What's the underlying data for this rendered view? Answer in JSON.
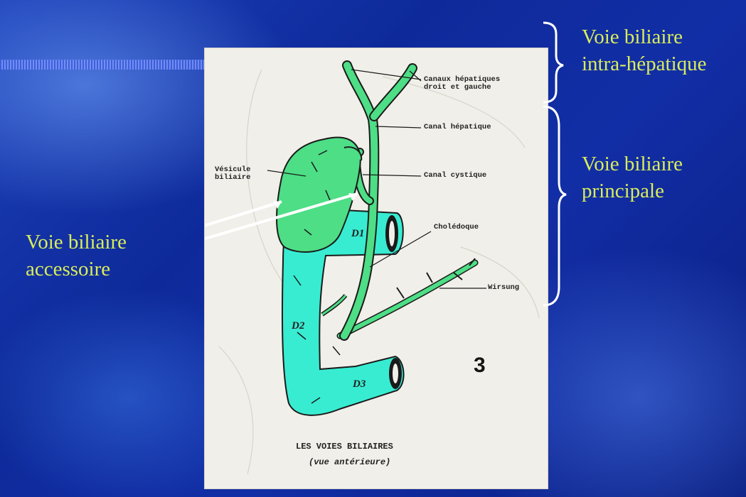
{
  "slide": {
    "right_labels": {
      "intra": [
        "Voie biliaire",
        "intra-hépatique"
      ],
      "principale": [
        "Voie biliaire",
        "principale"
      ]
    },
    "left_label": [
      "Voie biliaire",
      "accessoire"
    ],
    "text_color": "#d9ec5a"
  },
  "figure": {
    "labels": {
      "canaux": [
        "Canaux hépatiques",
        "droit et gauche"
      ],
      "canal_hepatique": "Canal hépatique",
      "vesicule": [
        "Vésicule",
        "biliaire"
      ],
      "canal_cystique": "Canal cystique",
      "choledoque": "Cholédoque",
      "wirsung": "Wirsung",
      "d1": "D1",
      "d2": "D2",
      "d3": "D3"
    },
    "number": "3",
    "caption": [
      "LES VOIES BILIAIRES",
      "(vue antérieure)"
    ],
    "colors": {
      "bile_duct": "#4dde86",
      "duodenum": "#38ecd2"
    }
  }
}
